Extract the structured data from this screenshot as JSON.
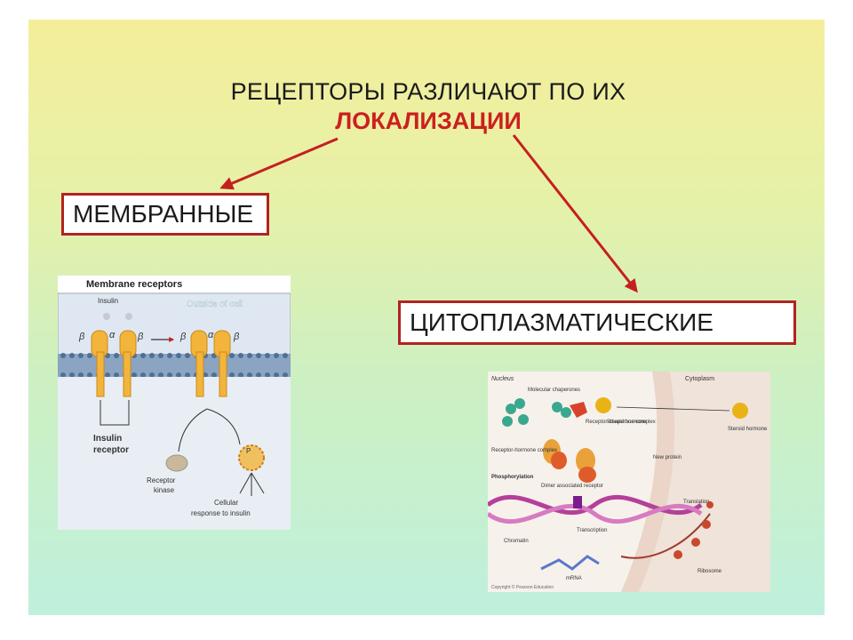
{
  "title": {
    "line1": "РЕЦЕПТОРЫ РАЗЛИЧАЮТ ПО ИХ",
    "line2": "ЛОКАЛИЗАЦИИ"
  },
  "categories": {
    "membrane": "МЕМБРАННЫЕ",
    "cytoplasmic": "ЦИТОПЛАЗМАТИЧЕСКИЕ"
  },
  "membrane_figure": {
    "heading": "Membrane receptors",
    "insulin": "Insulin",
    "outside": "Outside of cell",
    "receptor_l1": "Insulin",
    "receptor_l2": "receptor",
    "kinase_l1": "Receptor",
    "kinase_l2": "kinase",
    "response_l1": "Cellular",
    "response_l2": "response to insulin",
    "alpha": "α",
    "beta": "β",
    "p": "P"
  },
  "cyto_figure": {
    "nucleus": "Nucleus",
    "cytoplasm": "Cytoplasm",
    "molecular_chaperones": "Molecular chaperones",
    "receptor_chaperone": "Receptor-chaperone complex",
    "steroid_hormone": "Steroid hormone",
    "steroid_hormone2": "Steroid hormone",
    "receptor_hormone": "Receptor-hormone complex",
    "phosphorylation": "Phosphorylation",
    "dimer": "Dimer associated receptor",
    "new_protein": "New protein",
    "translation": "Translation",
    "transcription": "Transcription",
    "chromatin": "Chromatin",
    "mrna": "mRNA",
    "ribosome": "Ribosome",
    "copyright": "Copyright © Pearson Education"
  },
  "colors": {
    "arrow": "#c42020",
    "box_border": "#b22222",
    "title_red": "#cc1f1f"
  }
}
